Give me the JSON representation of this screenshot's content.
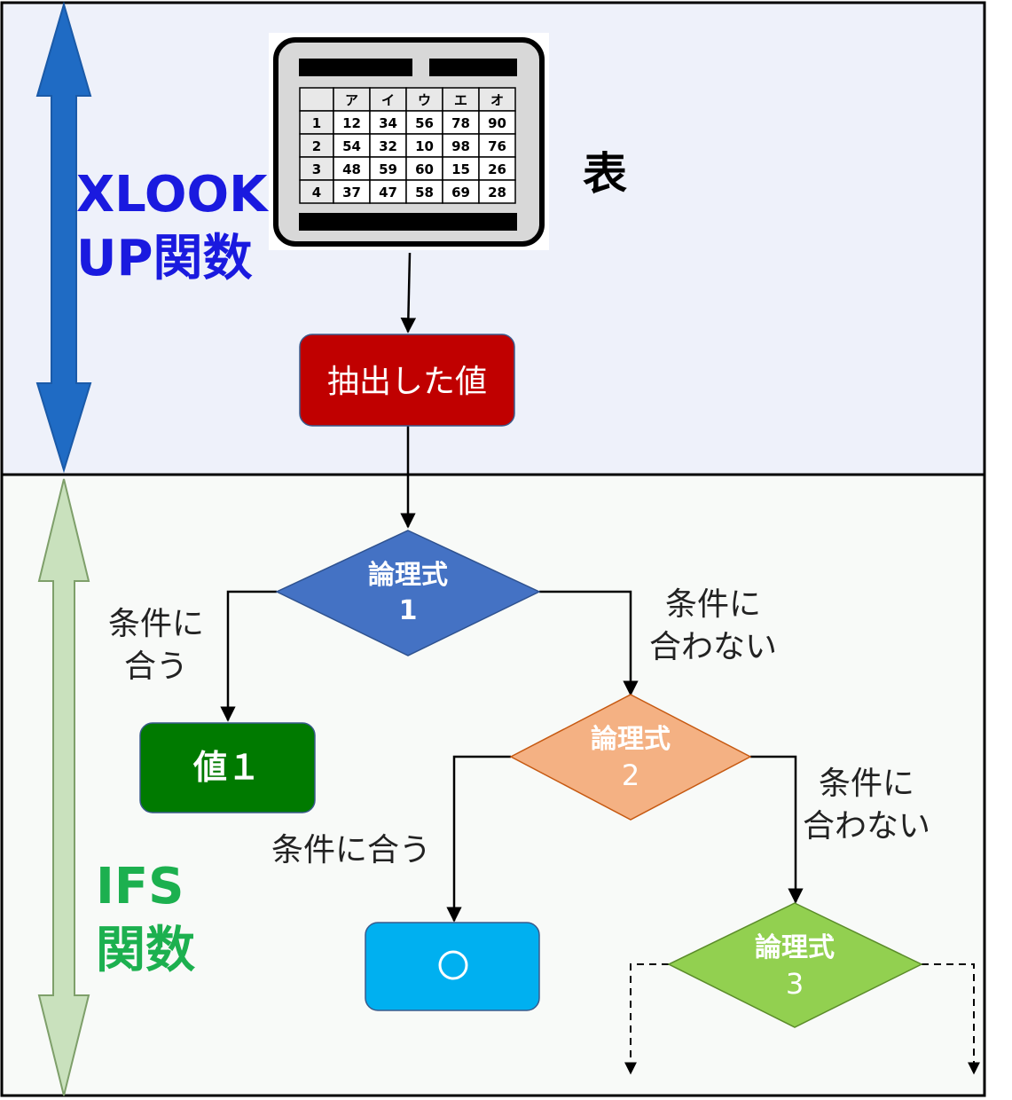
{
  "sections": {
    "xlookup": {
      "label_line1": "XLOOK",
      "label_line2": "UP関数",
      "color": "#1a1adf",
      "bg": "#eef1fa"
    },
    "ifs": {
      "label_line1": "IFS",
      "label_line2": "関数",
      "color": "#1cb04f",
      "bg": "#f8faf8"
    }
  },
  "table_icon": {
    "headers": [
      "",
      "ア",
      "イ",
      "ウ",
      "エ",
      "オ"
    ],
    "rows": [
      [
        "1",
        "12",
        "34",
        "56",
        "78",
        "90"
      ],
      [
        "2",
        "54",
        "32",
        "10",
        "98",
        "76"
      ],
      [
        "3",
        "48",
        "59",
        "60",
        "15",
        "26"
      ],
      [
        "4",
        "37",
        "47",
        "58",
        "69",
        "28"
      ]
    ]
  },
  "table_label": "表",
  "extracted_value": {
    "label": "抽出した値",
    "color": "#c00000"
  },
  "condition1": {
    "line1": "論理式",
    "line2": "1",
    "color": "#4472c4"
  },
  "condition2": {
    "line1": "論理式",
    "line2": "2",
    "color": "#f4b183"
  },
  "condition3": {
    "line1": "論理式",
    "line2": "3",
    "color": "#92d050"
  },
  "value1": {
    "label": "値１",
    "color": "#007a00"
  },
  "circle_result": {
    "label": "〇",
    "color": "#00b0f0"
  },
  "edge_labels": {
    "c1_match_line1": "条件に",
    "c1_match_line2": "合う",
    "c1_nomatch_line1": "条件に",
    "c1_nomatch_line2": "合わない",
    "c2_match": "条件に合う",
    "c2_nomatch_line1": "条件に",
    "c2_nomatch_line2": "合わない"
  }
}
